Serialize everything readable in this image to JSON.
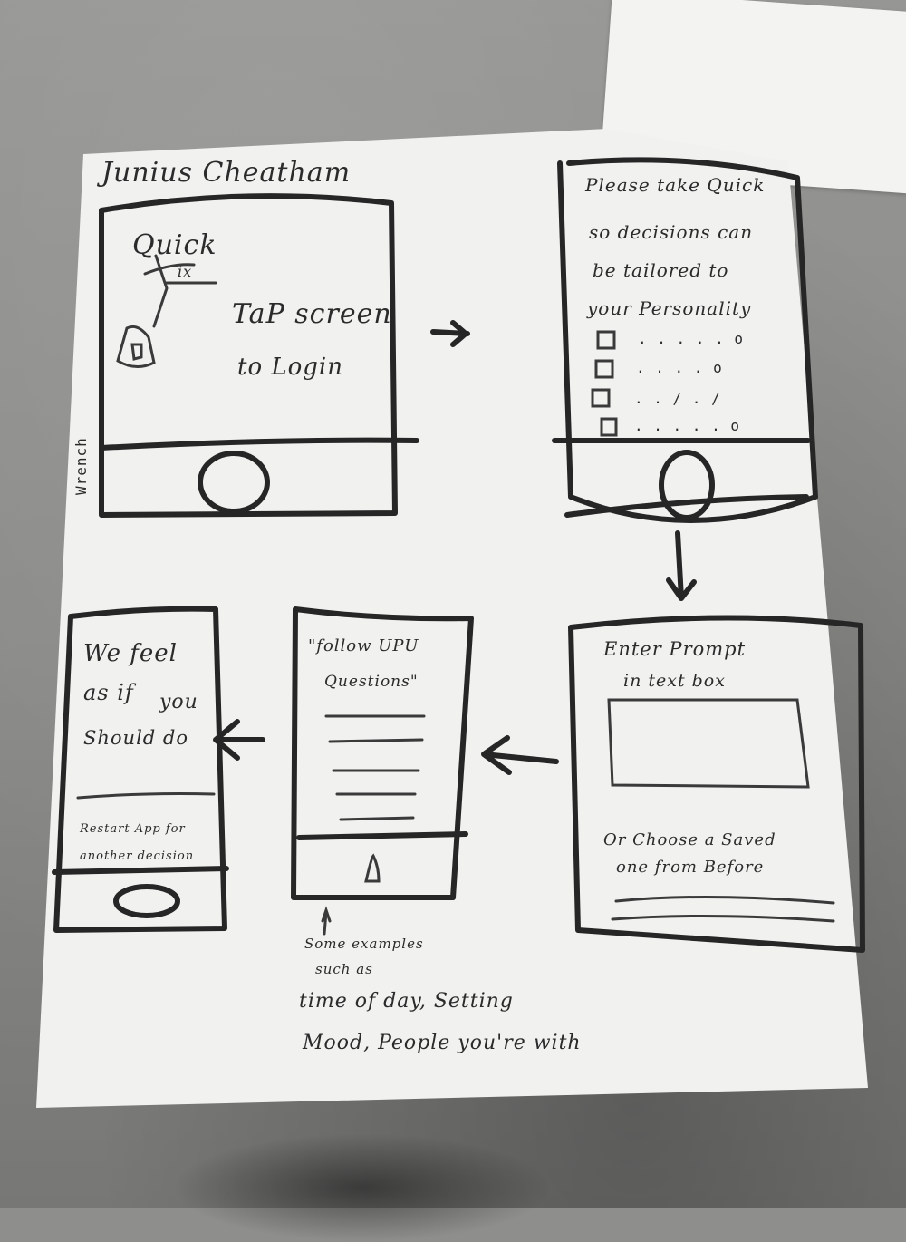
{
  "author_name": "Junius Cheatham",
  "side_note": "Wrench",
  "screen1": {
    "logo_top": "Quick",
    "logo_bottom": "ix",
    "tap_line1": "TaP screen",
    "tap_line2": "to Login"
  },
  "screen2": {
    "line1": "Please take Quick",
    "line2": "so decisions can",
    "line3": "be tailored to",
    "line4": "your Personality",
    "quiz_marks": [
      ". . . . . o",
      ". . . . o",
      ". . / . /",
      ". . . . . o"
    ]
  },
  "screen3": {
    "title_line1": "Enter Prompt",
    "title_line2": "in text box",
    "saved_line1": "Or Choose a Saved",
    "saved_line2": "one from Before"
  },
  "screen4": {
    "title_line1": "\"follow UPU",
    "title_line2": "Questions\""
  },
  "screen5": {
    "line1": "We feel",
    "line2": "as if",
    "line3": "you",
    "line4": "Should do",
    "footer_line1": "Restart App for",
    "footer_line2": "another decision"
  },
  "note": {
    "line1": "Some examples",
    "line2": "such as",
    "line3": "time of day, Setting",
    "line4": "Mood, People you're with"
  }
}
